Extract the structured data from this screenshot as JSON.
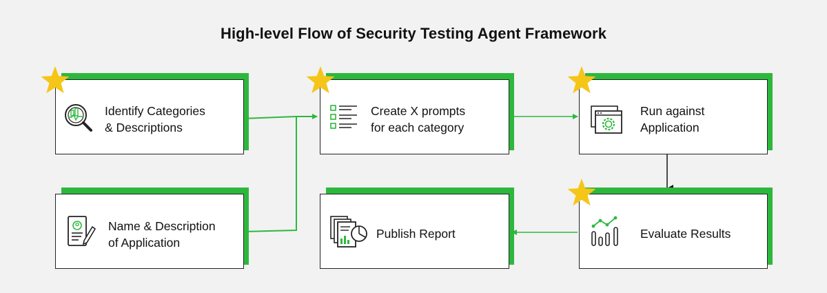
{
  "title": "High-level Flow of Security Testing Agent Framework",
  "colors": {
    "accent": "#2db83d",
    "star": "#f5c518",
    "border": "#222222",
    "background": "#f2f2f2"
  },
  "nodes": {
    "identify": {
      "line1": "Identify Categories",
      "line2": "& Descriptions",
      "icon": "magnifier-chart-icon",
      "starred": true
    },
    "name_desc": {
      "line1": "Name & Description",
      "line2": "of Application",
      "icon": "profile-document-pen-icon",
      "starred": false
    },
    "create": {
      "line1": "Create X prompts",
      "line2": "for each category",
      "icon": "checklist-icon",
      "starred": true
    },
    "publish": {
      "line1": "Publish Report",
      "icon": "report-pie-chart-icon",
      "starred": false
    },
    "run": {
      "line1": "Run against",
      "line2": "Application",
      "icon": "browser-gear-icon",
      "starred": true
    },
    "evaluate": {
      "line1": "Evaluate Results",
      "icon": "bar-trend-chart-icon",
      "starred": true
    }
  }
}
